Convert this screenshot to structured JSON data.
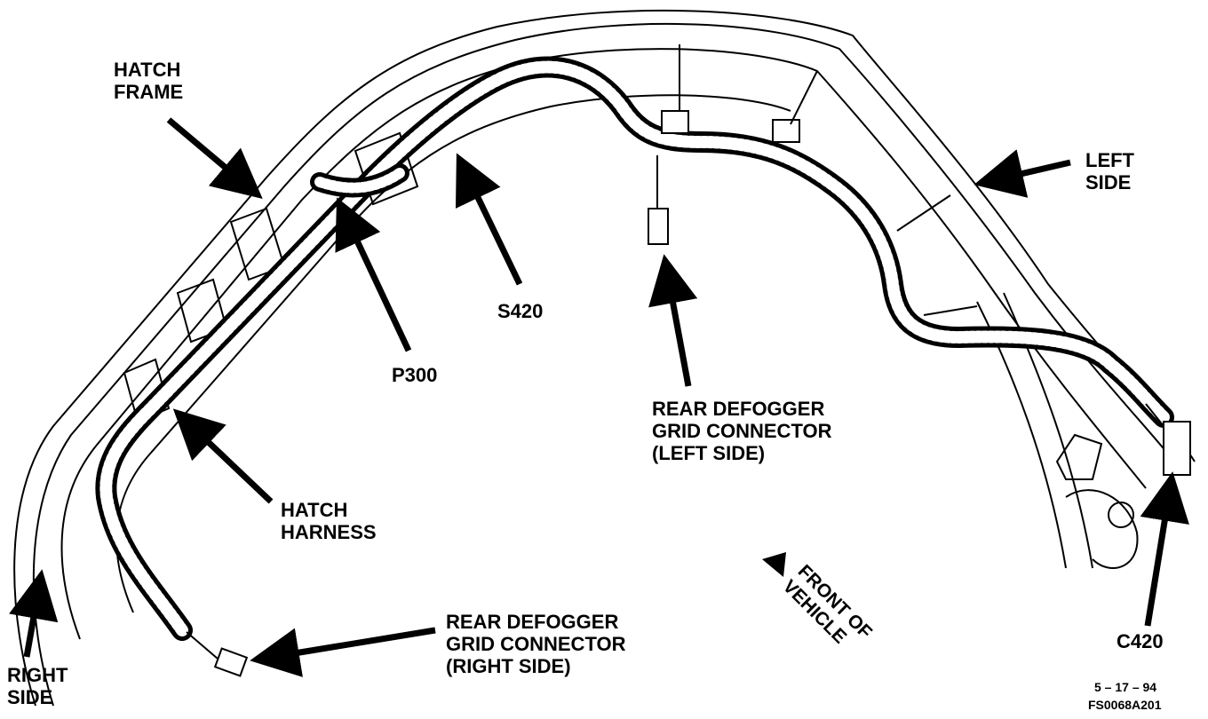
{
  "labels": {
    "hatch_frame": [
      "HATCH",
      "FRAME"
    ],
    "left_side": [
      "LEFT",
      "SIDE"
    ],
    "s420": "S420",
    "p300": "P300",
    "hatch_harness": [
      "HATCH",
      "HARNESS"
    ],
    "rear_defogger_left": [
      "REAR DEFOGGER",
      "GRID CONNECTOR",
      "(LEFT SIDE)"
    ],
    "rear_defogger_right": [
      "REAR DEFOGGER",
      "GRID CONNECTOR",
      "(RIGHT SIDE)"
    ],
    "front_of_vehicle": [
      "FRONT OF",
      "VEHICLE"
    ],
    "right_side": [
      "RIGHT",
      "SIDE"
    ],
    "c420": "C420"
  },
  "footer": {
    "date": "5 – 17 – 94",
    "code": "FS0068A201"
  }
}
